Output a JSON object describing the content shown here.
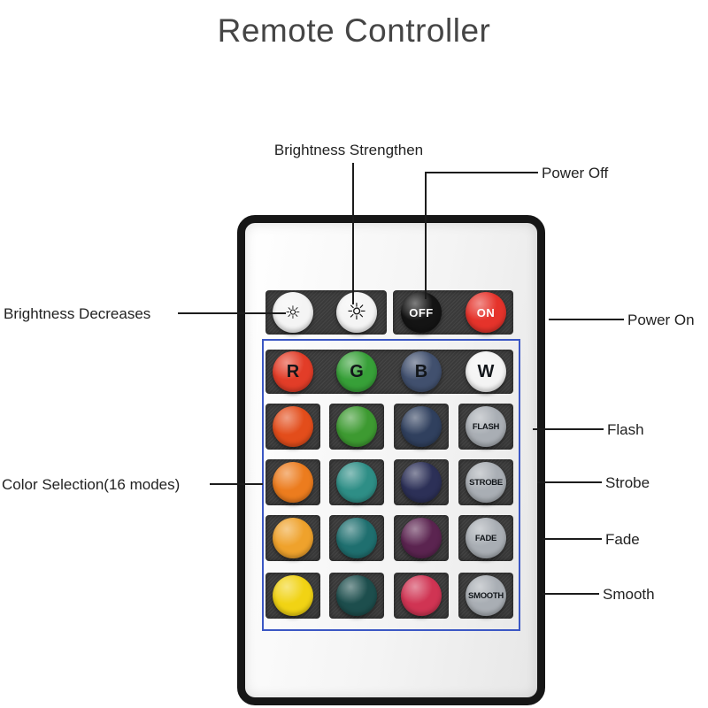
{
  "title": "Remote Controller",
  "labels": {
    "brightness_strengthen": "Brightness Strengthen",
    "power_off": "Power Off",
    "brightness_decreases": "Brightness Decreases",
    "power_on": "Power On",
    "color_selection": "Color Selection(16 modes)",
    "flash": "Flash",
    "strobe": "Strobe",
    "fade": "Fade",
    "smooth": "Smooth"
  },
  "remote": {
    "buttons": {
      "brightness_down": {
        "icon": "☼",
        "bg": "#f4f4f4"
      },
      "brightness_up": {
        "icon": "☼",
        "bg": "#f4f4f4"
      },
      "off": {
        "label": "OFF",
        "bg": "#141414"
      },
      "on": {
        "label": "ON",
        "bg": "#e5332b"
      }
    },
    "rgbw": [
      {
        "label": "R",
        "bg": "#e23d28"
      },
      {
        "label": "G",
        "bg": "#37a038"
      },
      {
        "label": "B",
        "bg": "#41506e"
      },
      {
        "label": "W",
        "bg": "#f4f4f4"
      }
    ],
    "color_grid": {
      "row1": {
        "c1": "#e34d1b",
        "c2": "#3d9a31",
        "c3": "#30405e"
      },
      "row2": {
        "c1": "#ec7c1e",
        "c2": "#2e8e86",
        "c3": "#2c3057"
      },
      "row3": {
        "c1": "#efa22c",
        "c2": "#1f6f6f",
        "c3": "#5b2450"
      },
      "row4": {
        "c1": "#f1d314",
        "c2": "#1d4e4d",
        "c3": "#d03453"
      }
    },
    "modes": [
      {
        "label": "FLASH"
      },
      {
        "label": "STROBE"
      },
      {
        "label": "FADE"
      },
      {
        "label": "SMOOTH"
      }
    ],
    "mode_bg": "#a9aeb4",
    "outline_color": "#3b57c4"
  }
}
